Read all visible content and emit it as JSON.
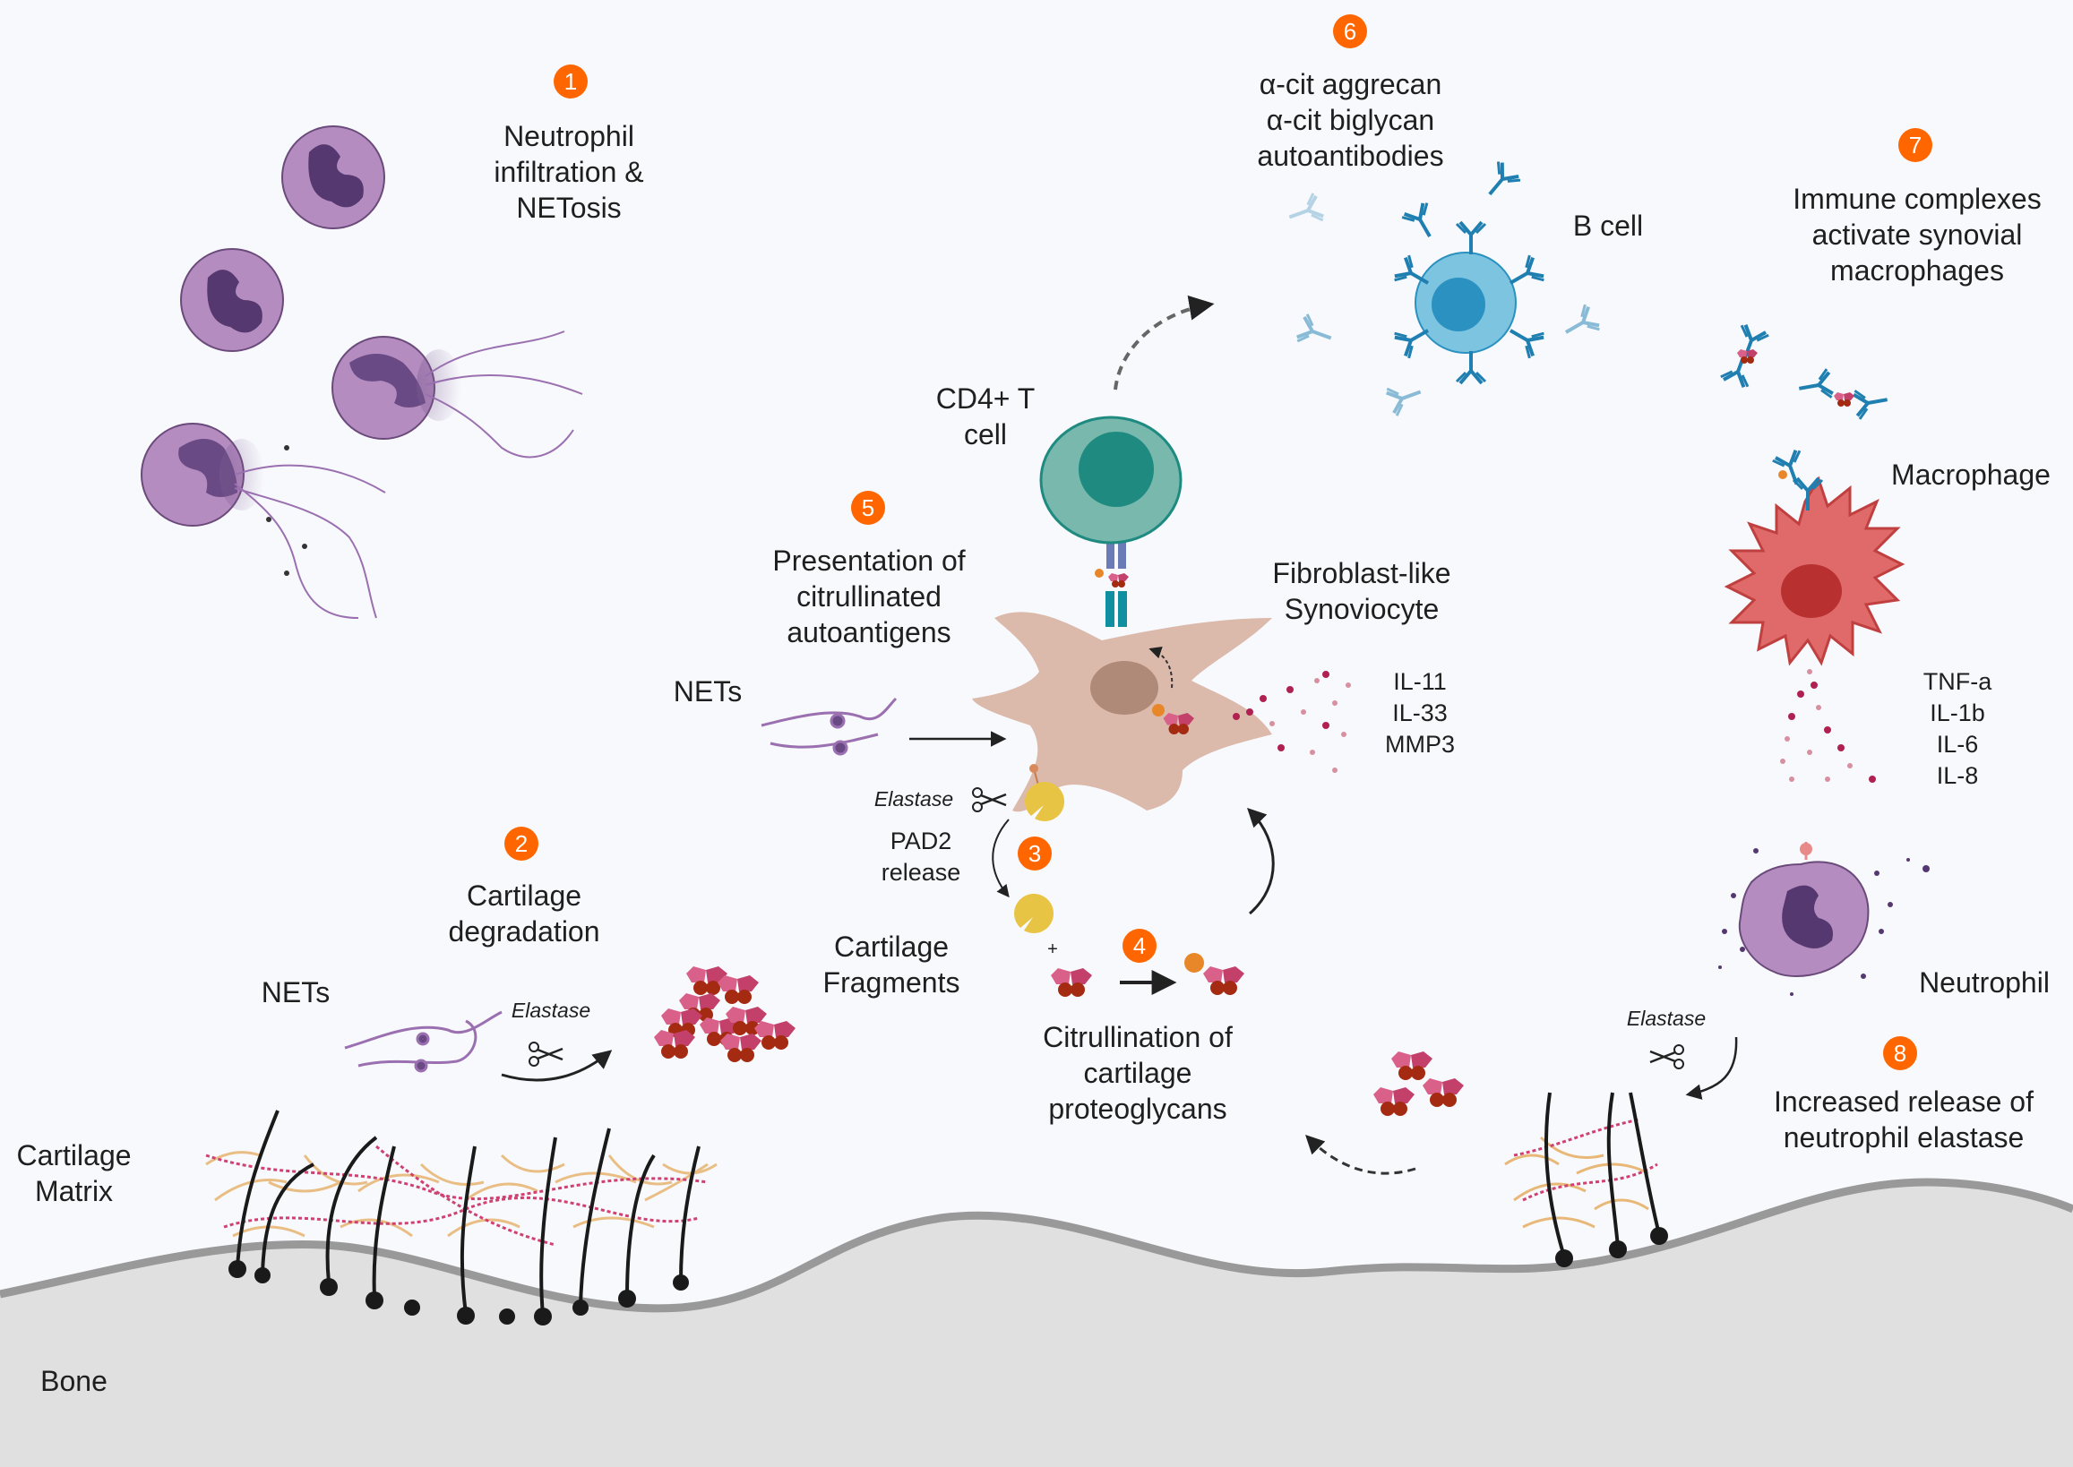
{
  "figure": {
    "title": "Neutrophil-driven citrullination and autoimmunity in the joint",
    "accent_color": "#ff6600",
    "colors": {
      "background": "#f8f9fd",
      "neutrophil": "#b48cc0",
      "neutrophil_nucleus": "#55386f",
      "b_cell": "#7cc4e0",
      "b_cell_nucleus": "#2a91c0",
      "t_cell": "#78b8ad",
      "t_cell_nucleus": "#1e8a80",
      "fibroblast": "#dbb9ab",
      "fibroblast_nucleus": "#b08a78",
      "macrophage": "#e06a6a",
      "macrophage_nucleus": "#b83030",
      "pad2": "#e8c444",
      "proteoglycan_pink": "#d96088",
      "proteoglycan_red": "#a52a12",
      "citrulline": "#e8872a",
      "antibody": "#1f7fb0",
      "bone": "#e0e0e0",
      "bone_edge": "#999999",
      "collagen": "#e8b878",
      "matrix_fiber": "#d04070"
    }
  },
  "steps": [
    {
      "number": "1",
      "lines": [
        "Neutrophil",
        "infiltration &",
        "NETosis"
      ]
    },
    {
      "number": "2",
      "lines": [
        "Cartilage",
        "degradation"
      ]
    },
    {
      "number": "3",
      "lines": []
    },
    {
      "number": "4",
      "lines": [
        "Citrullination of",
        "cartilage",
        "proteoglycans"
      ]
    },
    {
      "number": "5",
      "lines": [
        "Presentation of",
        "citrullinated",
        "autoantigens"
      ]
    },
    {
      "number": "6",
      "lines": [
        "α-cit aggrecan",
        "α-cit biglycan",
        "autoantibodies"
      ]
    },
    {
      "number": "7",
      "lines": [
        "Immune complexes",
        "activate synovial",
        "macrophages"
      ]
    },
    {
      "number": "8",
      "lines": [
        "Increased release of",
        "neutrophil elastase"
      ]
    }
  ],
  "labels": {
    "nets_left": "NETs",
    "nets_mid": "NETs",
    "elastase_left": "Elastase",
    "elastase_mid": "Elastase",
    "elastase_right": "Elastase",
    "pad2_release": [
      "PAD2",
      "release"
    ],
    "plus": "+",
    "cartilage_fragments": [
      "Cartilage",
      "Fragments"
    ],
    "cd4_t_cell": [
      "CD4+ T",
      "cell"
    ],
    "b_cell": "B cell",
    "fibroblast": [
      "Fibroblast-like",
      "Synoviocyte"
    ],
    "fibroblast_cytokines": [
      "IL-11",
      "IL-33",
      "MMP3"
    ],
    "macrophage": "Macrophage",
    "macrophage_cytokines": [
      "TNF-a",
      "IL-1b",
      "IL-6",
      "IL-8"
    ],
    "neutrophil": "Neutrophil",
    "cartilage_matrix": [
      "Cartilage",
      "Matrix"
    ],
    "bone": "Bone"
  }
}
